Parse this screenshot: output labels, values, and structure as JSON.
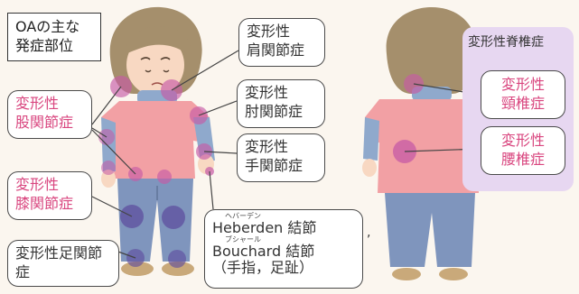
{
  "title": {
    "line1": "OAの主な",
    "line2": "発症部位"
  },
  "spine_panel": {
    "title": "変形性脊椎症"
  },
  "labels": {
    "shoulder": {
      "line1": "変形性",
      "line2": "肩関節症"
    },
    "elbow": {
      "line1": "変形性",
      "line2": "肘関節症"
    },
    "wrist": {
      "line1": "変形性",
      "line2": "手関節症"
    },
    "hip": {
      "line1": "変形性",
      "line2": "股関節症"
    },
    "knee": {
      "line1": "変形性",
      "line2": "膝関節症"
    },
    "ankle": {
      "line1": "変形性足関節",
      "line2": "症"
    },
    "finger": {
      "heberden_ruby": "ヘバーデン",
      "heberden": "Heberden 結節",
      "bouchard_ruby": "ブシャール",
      "bouchard": "Bouchard 結節",
      "note": "（手指，足趾）",
      "comma": ","
    },
    "cervical": {
      "line1": "変形性",
      "line2": "頸椎症"
    },
    "lumbar": {
      "line1": "変形性",
      "line2": "腰椎症"
    }
  },
  "colors": {
    "label_pink": "#d9467f",
    "joint_dot": "#c65aa6",
    "spine_panel": "#e7d7f1",
    "shirt": "#f2a0a4",
    "pants": "#7f95bd",
    "sleeve": "#8fa9cc"
  }
}
